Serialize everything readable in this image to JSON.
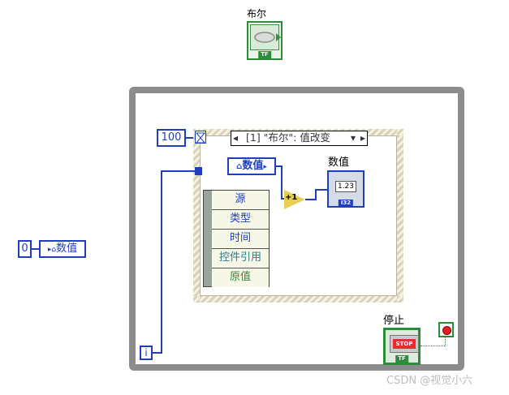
{
  "boolean_control": {
    "label": "布尔",
    "type_tag": "TF"
  },
  "timeout": {
    "value": "100",
    "hourglass_icon": "hourglass-icon"
  },
  "event_selector": {
    "text": "[1] \"布尔\": 值改变",
    "left_arrow": "◂",
    "dropdown": "▾",
    "right_arrow": "▸"
  },
  "local_var": {
    "text": "数值"
  },
  "outer_local_var": {
    "text": "数值"
  },
  "outer_constant": {
    "value": "0"
  },
  "indicator": {
    "label": "数值",
    "display": "1.23",
    "type_tag": "I32"
  },
  "increment": {
    "label": "+1"
  },
  "event_data_node": {
    "items": [
      "源",
      "类型",
      "时间",
      "控件引用",
      "原值"
    ]
  },
  "stop_button": {
    "label": "停止",
    "btn_text": "STOP",
    "type_tag": "TF"
  },
  "iteration": {
    "label": "i"
  },
  "watermark": "CSDN @视觉小六"
}
